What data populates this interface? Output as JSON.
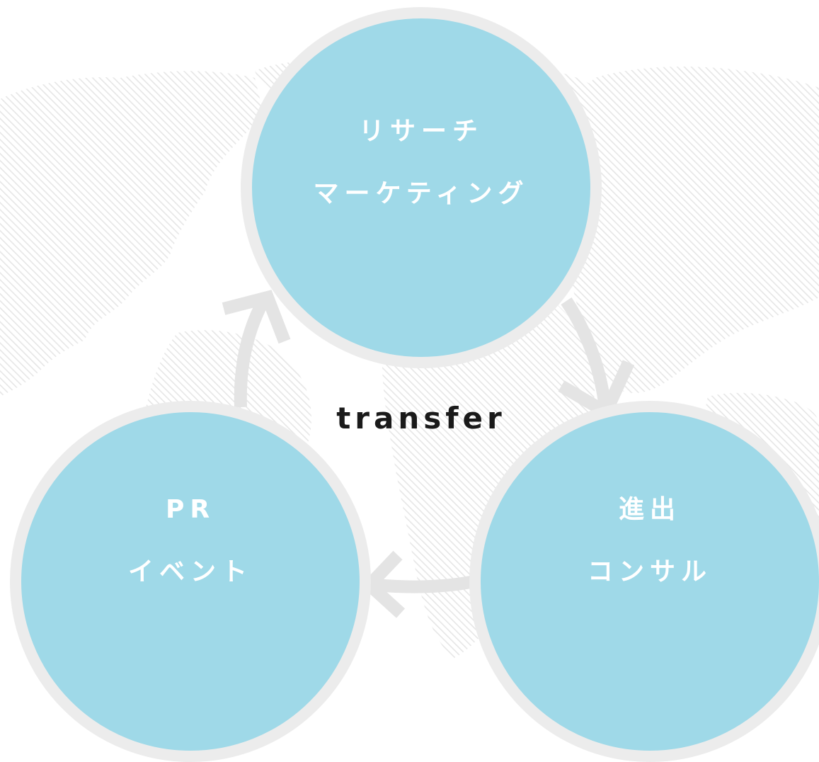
{
  "center_label": "transfer",
  "nodes": {
    "top": {
      "line1": "リサーチ",
      "line2": "マーケティング"
    },
    "right": {
      "line1": "進出",
      "line2": "コンサル"
    },
    "left": {
      "line1": "PR",
      "line2": "イベント"
    }
  },
  "colors": {
    "circle_fill": "#9fd9e8",
    "circle_ring": "#ececec",
    "arrow": "#e4e4e4",
    "map_hatch": "#e9e9e9",
    "center_text": "#1a1a1a"
  },
  "icons": {
    "background": "world-map-hatch",
    "cycle_arrows": "curved-arrow"
  }
}
